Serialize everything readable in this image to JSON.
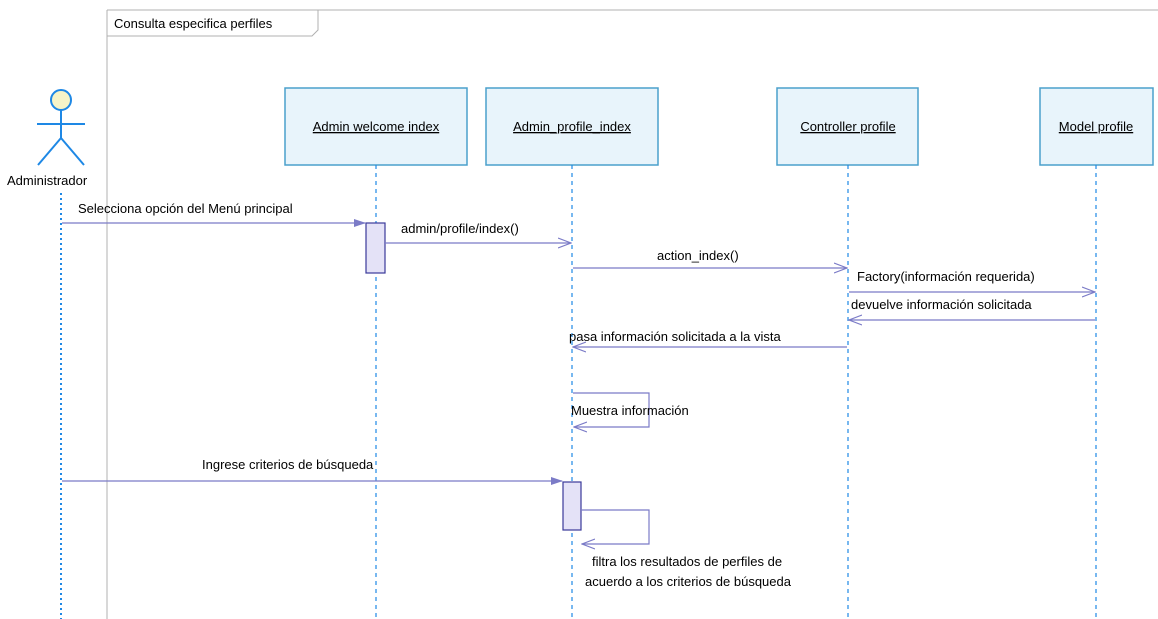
{
  "frame": {
    "title": "Consulta especifica perfiles"
  },
  "actor": {
    "name": "Administrador"
  },
  "lifelines": [
    {
      "id": "welcome",
      "label": "Admin welcome index"
    },
    {
      "id": "profile_index",
      "label": "Admin_profile_index"
    },
    {
      "id": "controller",
      "label": "Controller profile"
    },
    {
      "id": "model",
      "label": "Model profile"
    }
  ],
  "messages": [
    {
      "label": "Selecciona opción del Menú principal"
    },
    {
      "label": "admin/profile/index()"
    },
    {
      "label": "action_index()"
    },
    {
      "label": "Factory(información requerida)"
    },
    {
      "label": "devuelve información solicitada"
    },
    {
      "label": "pasa información solicitada a la vista"
    },
    {
      "label": "Muestra información"
    },
    {
      "label": "Ingrese criterios de búsqueda"
    },
    {
      "label_line1": "filtra los resultados de perfiles de",
      "label_line2": "acuerdo a los criterios de búsqueda"
    }
  ],
  "colors": {
    "lifeline_box_fill": "#e8f4fb",
    "lifeline_box_stroke": "#4aa0cc",
    "lifeline_dash": "#1e88e5",
    "activation_fill": "#e4e2f7",
    "activation_stroke": "#3a3a9a",
    "message_line": "#7b7bc7",
    "frame_line": "#b0b0b0",
    "actor_head": "#f6f4c8",
    "actor_stroke": "#1e88e5"
  }
}
